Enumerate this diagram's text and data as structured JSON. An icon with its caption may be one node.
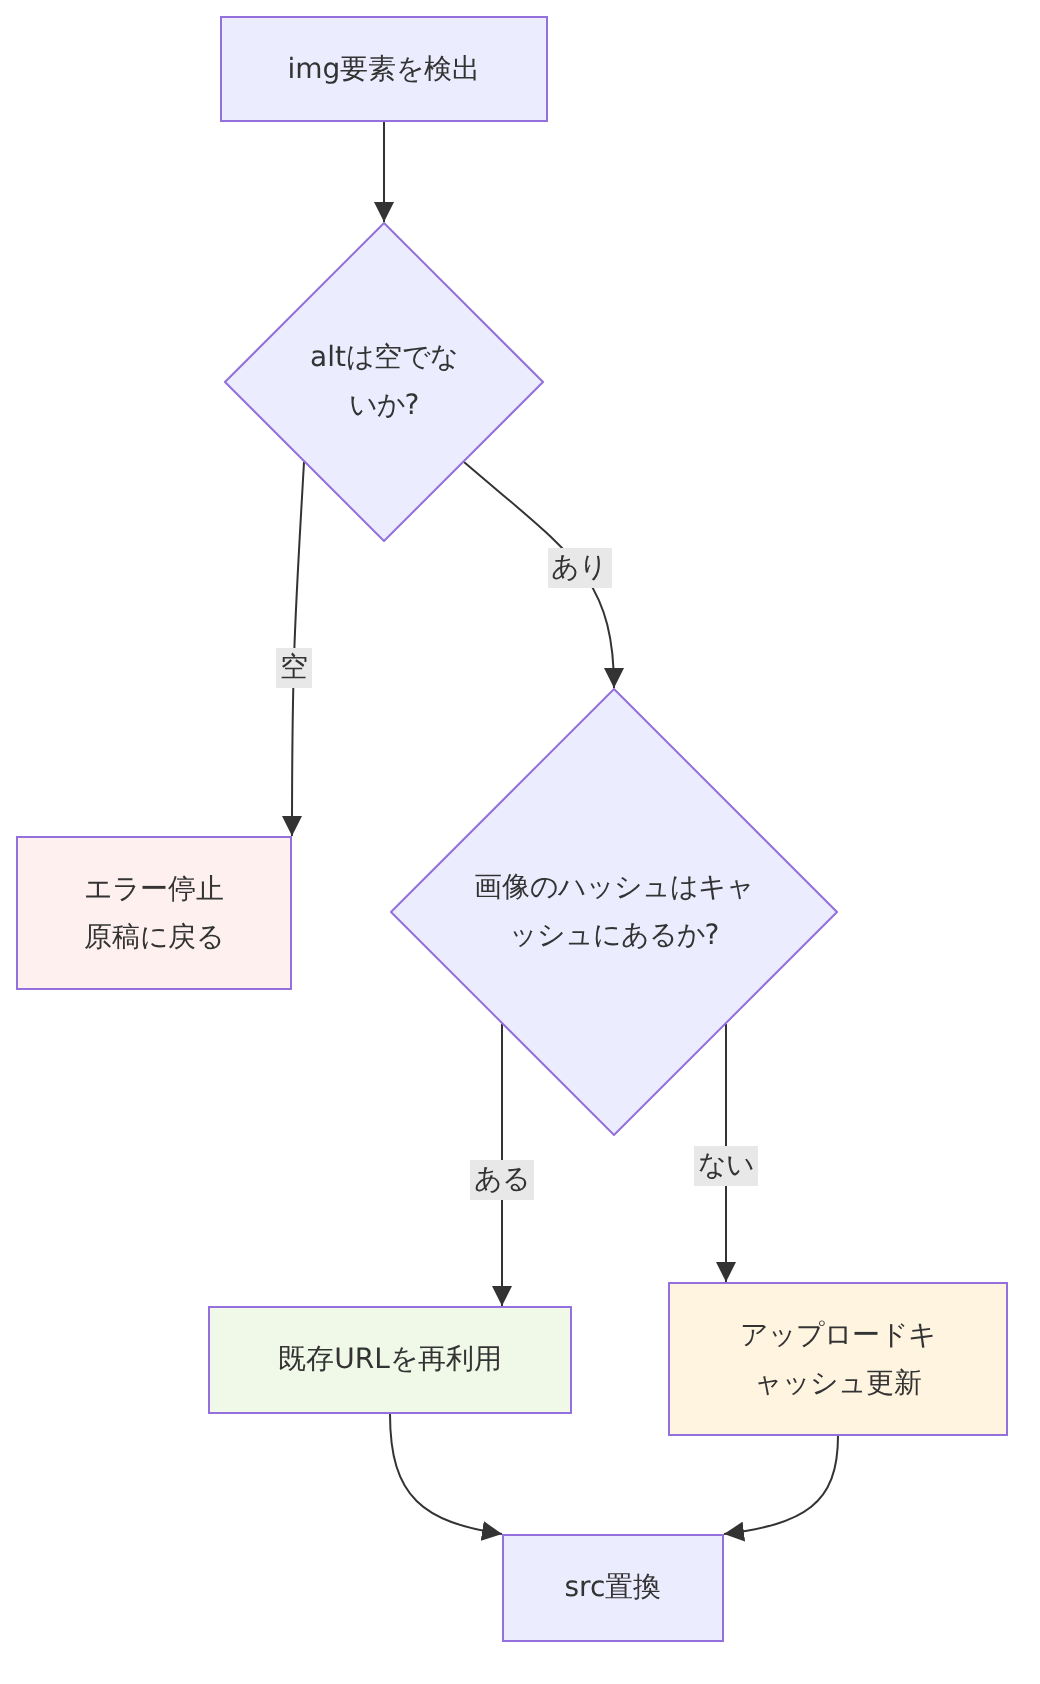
{
  "diagram": {
    "nodes": [
      {
        "text": [
          "img要素を検出"
        ]
      },
      {
        "text": [
          "altは空でないか?"
        ]
      },
      {
        "text": [
          "エラー停止原稿に戻る"
        ]
      },
      {
        "text": [
          "画像のハッシュはキャッシュにあるか?"
        ]
      },
      {
        "text": [
          "既存URLを再利用"
        ]
      },
      {
        "text": [
          "アップロードキャッシュ更新"
        ]
      },
      {
        "text": [
          "src置換"
        ]
      }
    ],
    "edges": [
      {
        "from": 0,
        "to": 1,
        "arrow": "to"
      },
      {
        "from": 1,
        "to": 2,
        "arrow": "to",
        "label": "空"
      },
      {
        "from": 1,
        "to": 3,
        "arrow": "to",
        "label": "あり"
      },
      {
        "from": 3,
        "to": 4,
        "arrow": "to",
        "label": "ある"
      },
      {
        "from": 3,
        "to": 5,
        "arrow": "to",
        "label": "ない"
      },
      {
        "from": 4,
        "to": 6,
        "arrow": "to"
      },
      {
        "from": 5,
        "to": 6,
        "arrow": "to"
      }
    ]
  }
}
